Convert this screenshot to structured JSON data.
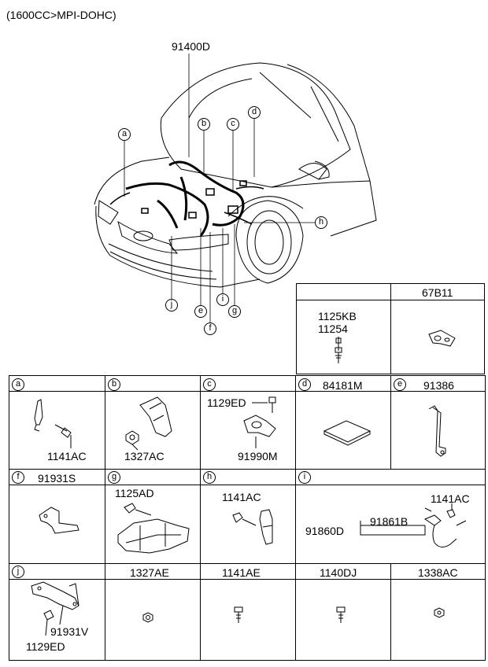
{
  "title": "(1600CC>MPI-DOHC)",
  "main": {
    "part_number": "91400D",
    "callouts": [
      "a",
      "b",
      "c",
      "d",
      "e",
      "f",
      "g",
      "h",
      "i",
      "j"
    ]
  },
  "top_table": {
    "header_right": "67B11",
    "left_labels": [
      "1125KB",
      "11254"
    ]
  },
  "cells": {
    "a": {
      "key": "a",
      "title": "",
      "labels": [
        "1141AC"
      ]
    },
    "b": {
      "key": "b",
      "title": "",
      "labels": [
        "1327AC"
      ]
    },
    "c": {
      "key": "c",
      "title": "",
      "labels": [
        "1129ED",
        "91990M"
      ]
    },
    "d": {
      "key": "d",
      "title": "84181M",
      "labels": []
    },
    "e": {
      "key": "e",
      "title": "91386",
      "labels": []
    },
    "f": {
      "key": "f",
      "title": "91931S",
      "labels": []
    },
    "g": {
      "key": "g",
      "title": "",
      "labels": [
        "1125AD"
      ]
    },
    "h": {
      "key": "h",
      "title": "",
      "labels": [
        "1141AC"
      ]
    },
    "i": {
      "key": "i",
      "title": "",
      "labels": [
        "1141AC",
        "91860D",
        "91861B"
      ]
    },
    "j": {
      "key": "j",
      "title": "",
      "labels": [
        "91931V",
        "1129ED"
      ]
    }
  },
  "bottom_row": [
    "1327AE",
    "1141AE",
    "1140DJ",
    "1338AC"
  ]
}
